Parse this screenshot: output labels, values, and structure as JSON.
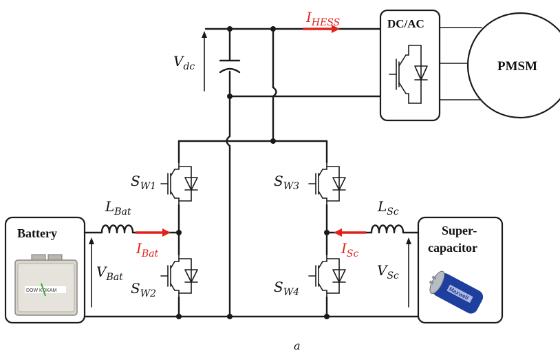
{
  "labels": {
    "dcac": "DC/AC",
    "pmsm": "PMSM",
    "battery": "Battery",
    "supercap_line1": "Super-",
    "supercap_line2": "capacitor",
    "caption": "a",
    "battery_brand": "DOW KOKAM",
    "supercap_brand": "Maxwell"
  },
  "symbols": {
    "vdc": {
      "main": "V",
      "sub": "dc"
    },
    "ihess": {
      "main": "I",
      "sub": "HESS"
    },
    "lbat": {
      "main": "L",
      "sub": "Bat"
    },
    "ibat": {
      "main": "I",
      "sub": "Bat"
    },
    "vbat": {
      "main": "V",
      "sub": "Bat"
    },
    "lsc": {
      "main": "L",
      "sub": "Sc"
    },
    "isc": {
      "main": "I",
      "sub": "Sc"
    },
    "vsc": {
      "main": "V",
      "sub": "Sc"
    },
    "sw1": {
      "main": "S",
      "sub": "W1"
    },
    "sw2": {
      "main": "S",
      "sub": "W2"
    },
    "sw3": {
      "main": "S",
      "sub": "W3"
    },
    "sw4": {
      "main": "S",
      "sub": "W4"
    }
  },
  "colors": {
    "wire": "#1a1a1a",
    "current_arrow": "#e0221b",
    "battery_cell": "#d9d6cf",
    "supercap_body": "#1e3f9e"
  }
}
